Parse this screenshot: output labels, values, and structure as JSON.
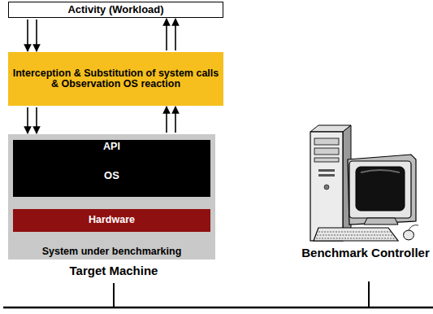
{
  "diagram": {
    "nodes": [
      {
        "text": [
          "Activity (Workload)"
        ]
      },
      {
        "text": [
          "Interception & Substitution of system calls & Observation OS reaction"
        ]
      },
      {
        "text": [
          "System under benchmarking"
        ]
      },
      {
        "text": [
          "API"
        ],
        "in": 2
      },
      {
        "text": [
          "OS"
        ],
        "in": 2
      },
      {
        "text": [
          "Hardware"
        ],
        "in": 2
      }
    ],
    "edges": [
      {
        "from": 0,
        "to": 1,
        "arrow": "to"
      },
      {
        "from": 1,
        "to": 0,
        "arrow": "to"
      },
      {
        "from": 1,
        "to": 2,
        "arrow": "to"
      },
      {
        "from": 2,
        "to": 1,
        "arrow": "to"
      }
    ],
    "labels": [
      "Target Machine",
      "Benchmark Controller"
    ]
  }
}
